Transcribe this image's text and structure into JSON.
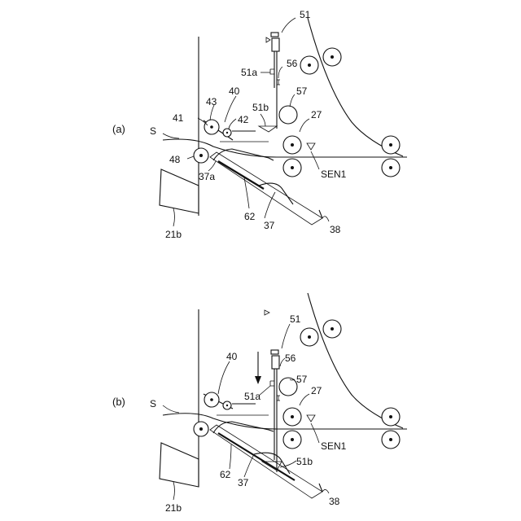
{
  "panel_a": {
    "panel_label": "(a)",
    "labels": {
      "l51": "51",
      "l56": "56",
      "l51a": "51a",
      "l57": "57",
      "l51b": "51b",
      "l27": "27",
      "l43": "43",
      "l40": "40",
      "l41": "41",
      "l42": "42",
      "lS": "S",
      "l48": "48",
      "lSEN1": "SEN1",
      "l37a": "37a",
      "l62": "62",
      "l37": "37",
      "l38": "38",
      "l21b": "21b"
    }
  },
  "panel_b": {
    "panel_label": "(b)",
    "labels": {
      "l51": "51",
      "l40": "40",
      "l56": "56",
      "l57": "57",
      "l51a": "51a",
      "l27": "27",
      "lS": "S",
      "lSEN1": "SEN1",
      "l51b": "51b",
      "l62": "62",
      "l37": "37",
      "l38": "38",
      "l21b": "21b"
    }
  }
}
